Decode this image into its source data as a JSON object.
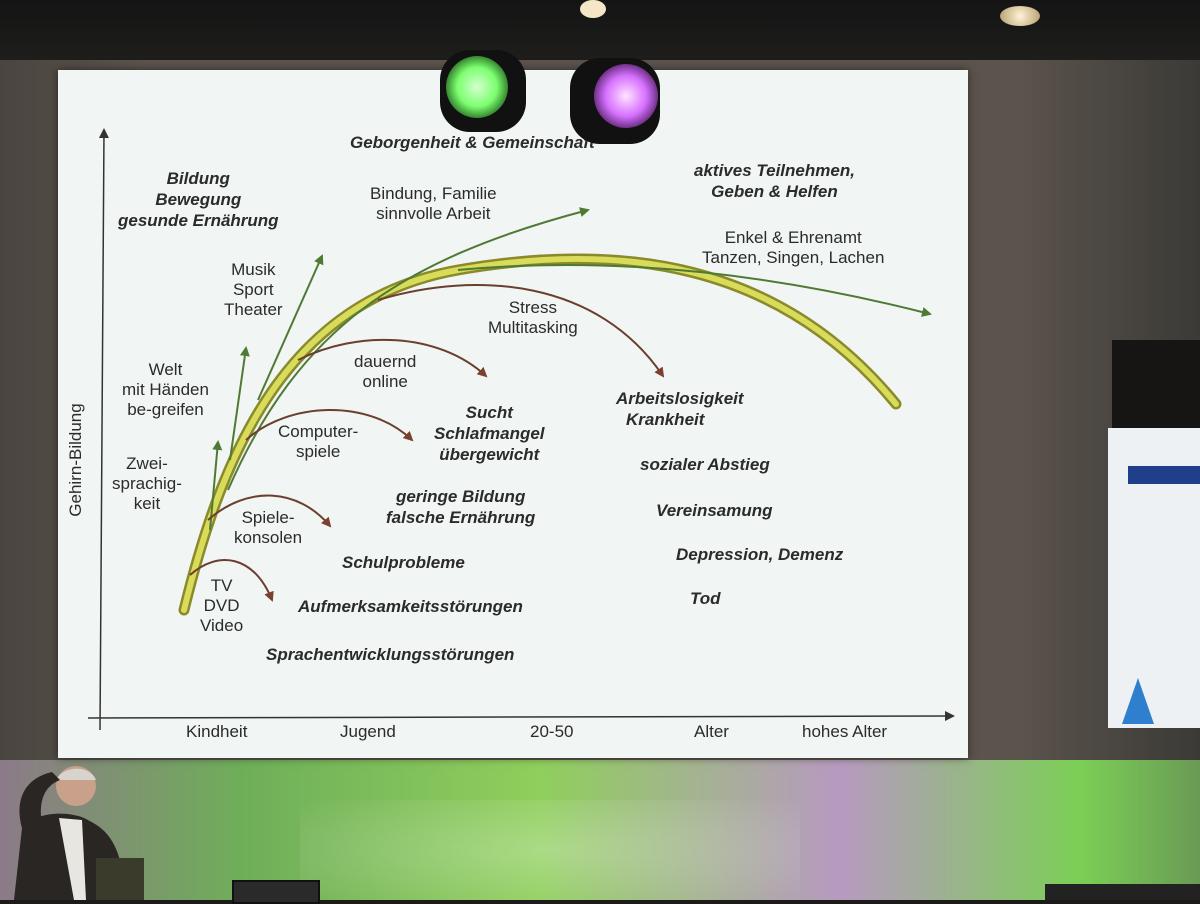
{
  "slide": {
    "axis_y_label": "Gehirn-Bildung",
    "axis_x_ticks": [
      "Kindheit",
      "Jugend",
      "20-50",
      "Alter",
      "hohes Alter"
    ],
    "top_center": "Geborgenheit & Gemeinschaft",
    "left_top": [
      "Bildung",
      "Bewegung",
      "gesunde Ernährung"
    ],
    "top_right": [
      "aktives Teilnehmen,",
      "Geben & Helfen"
    ],
    "bindung": [
      "Bindung, Familie",
      "sinnvolle Arbeit"
    ],
    "enkel": [
      "Enkel & Ehrenamt",
      "Tanzen, Singen, Lachen"
    ],
    "musik": [
      "Musik",
      "Sport",
      "Theater"
    ],
    "welt": [
      "Welt",
      "mit Händen",
      "be-greifen"
    ],
    "zwei": [
      "Zwei-",
      "sprachig-",
      "keit"
    ],
    "stress": [
      "Stress",
      "Multitasking"
    ],
    "dauernd": [
      "dauernd",
      "online"
    ],
    "computer": [
      "Computer-",
      "spiele"
    ],
    "spiele": [
      "Spiele-",
      "konsolen"
    ],
    "tv": [
      "TV",
      "DVD",
      "Video"
    ],
    "middle_effects": [
      "Sucht",
      "Schlafmangel",
      "übergewicht",
      "geringe Bildung",
      "falsche Ernährung",
      "Schulprobleme",
      "Aufmerksamkeitsstörungen",
      "Sprachentwicklungsstörungen"
    ],
    "right_effects": [
      "Arbeitslosigkeit",
      "Krankheit",
      "sozialer Abstieg",
      "Vereinsamung",
      "Depression, Demenz",
      "Tod"
    ]
  },
  "colors": {
    "slide_bg": "#f1f5f3",
    "text": "#2b2b2b",
    "green_arrow": "#4f7a34",
    "brown_arrow": "#6a3f2e",
    "main_curve": "#c8cc4a"
  }
}
